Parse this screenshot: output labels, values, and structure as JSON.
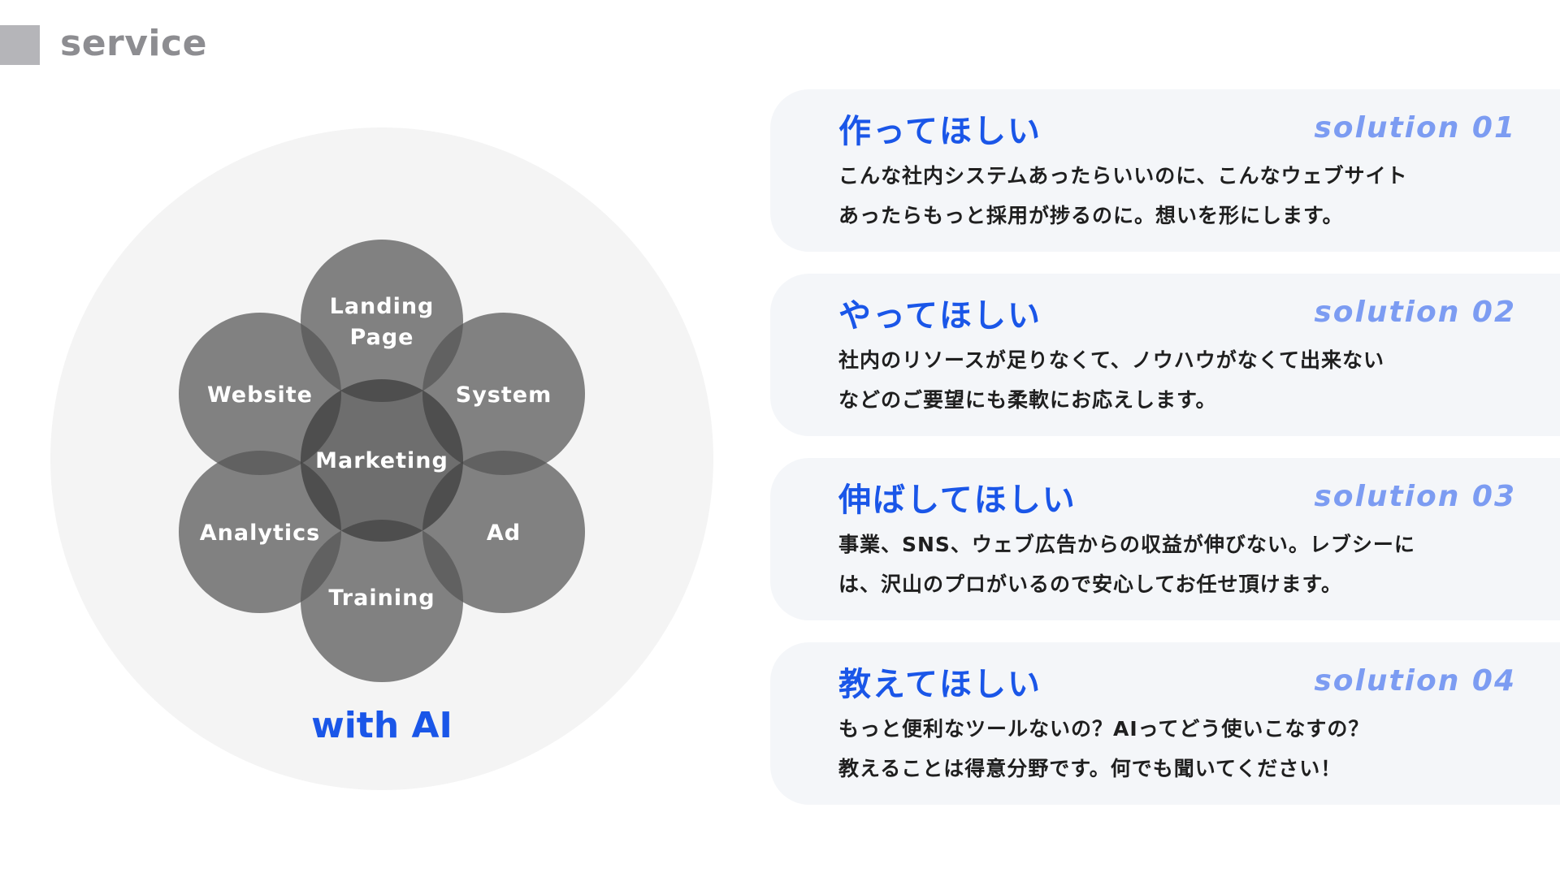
{
  "header": {
    "title": "service"
  },
  "diagram": {
    "petals": [
      "Landing",
      "Website",
      "System",
      "Analytics",
      "Ad",
      "Training"
    ],
    "landing_line2": "Page",
    "center": "Marketing",
    "caption": "with AI"
  },
  "solutions": [
    {
      "title": "作ってほしい",
      "label": "solution 01",
      "lines": [
        "こんな社内システムあったらいいのに、こんなウェブサイト",
        "あったらもっと採用が捗るのに。想いを形にします。"
      ]
    },
    {
      "title": "やってほしい",
      "label": "solution 02",
      "lines": [
        "社内のリソースが足りなくて、ノウハウがなくて出来ない",
        "などのご要望にも柔軟にお応えします。"
      ]
    },
    {
      "title": "伸ばしてほしい",
      "label": "solution 03",
      "lines": [
        "事業、SNS、ウェブ広告からの収益が伸びない。レブシーに",
        "は、沢山のプロがいるので安心してお任せ頂けます。"
      ]
    },
    {
      "title": "教えてほしい",
      "label": "solution 04",
      "lines": [
        "もっと便利なツールないの？AIってどう使いこなすの？",
        "教えることは得意分野です。何でも聞いてください！"
      ]
    }
  ],
  "colors": {
    "accent": "#1a56e8",
    "solution_label": "#7c9cf2",
    "card_bg": "#f4f6f9",
    "petal": "#7a7a7a"
  }
}
